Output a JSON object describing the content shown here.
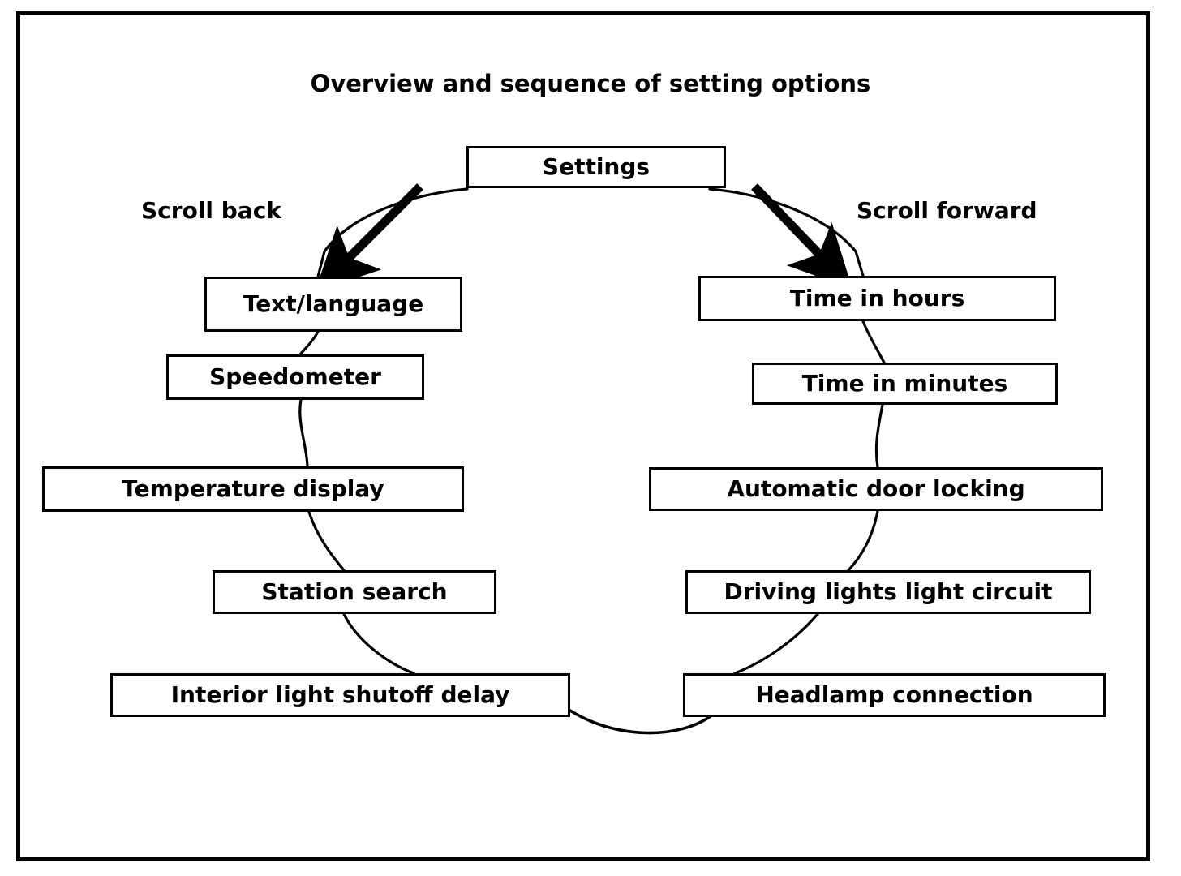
{
  "title": "Overview and sequence of setting options",
  "labels": {
    "scroll_back": "Scroll back",
    "scroll_forward": "Scroll forward"
  },
  "root": {
    "label": "Settings"
  },
  "chart_data": {
    "type": "diagram",
    "title": "Overview and sequence of setting options",
    "description": "Cyclic menu sequence starting at Settings, branching left (scroll back) and right (scroll forward), meeting at the bottom.",
    "root": "Settings",
    "left_branch_label": "Scroll back",
    "right_branch_label": "Scroll forward",
    "left_branch": [
      "Text/language",
      "Speedometer",
      "Temperature display",
      "Station search",
      "Interior light shutoff delay"
    ],
    "right_branch": [
      "Time in hours",
      "Time in minutes",
      "Automatic door locking",
      "Driving lights light circuit",
      "Headlamp connection"
    ],
    "colors": {
      "line": "#000000",
      "box_fill": "#ffffff",
      "text": "#000000",
      "frame": "#000000"
    }
  },
  "left_branch": {
    "nodes": [
      {
        "label": "Text/language"
      },
      {
        "label": "Speedometer"
      },
      {
        "label": "Temperature display"
      },
      {
        "label": "Station search"
      },
      {
        "label": "Interior light shutoff delay"
      }
    ]
  },
  "right_branch": {
    "nodes": [
      {
        "label": "Time in hours"
      },
      {
        "label": "Time in minutes"
      },
      {
        "label": "Automatic door locking"
      },
      {
        "label": "Driving lights light circuit"
      },
      {
        "label": "Headlamp connection"
      }
    ]
  }
}
